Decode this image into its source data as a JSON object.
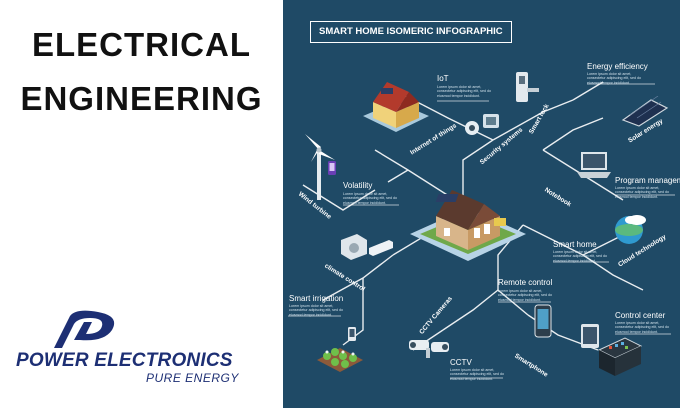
{
  "left": {
    "headline_line1": "ELECTRICAL",
    "headline_line2": "ENGINEERING",
    "logo_name": "POWER ELECTRONICS",
    "logo_tagline": "PURE ENERGY",
    "brand_color": "#1d2f74"
  },
  "infographic": {
    "title": "SMART HOME ISOMERIC INFOGRAPHIC",
    "background": "#1f4a66",
    "features": {
      "iot": "IoT",
      "energy_efficiency": "Energy efficiency",
      "volatility": "Volatility",
      "program_management": "Program management",
      "smart_home": "Smart home",
      "smart_irrigation": "Smart irrigation",
      "remote_control": "Remote control",
      "control_center": "Control center",
      "cctv": "CCTV"
    },
    "tags": {
      "internet_of_things": "Internet of things",
      "security_systems": "Security systems",
      "smart_lock": "Smart lock",
      "solar_energy": "Solar energy",
      "wind_turbine": "Wind turbine",
      "notebook": "Notebook",
      "cloud_technology": "Cloud technology",
      "climate_control": "climate control",
      "cctv_cameras": "CCTV Cameras",
      "smartphone": "Smartphone"
    },
    "desc_text": "Lorem ipsum dolor sit amet, consectetur adipiscing elit, sed do eiusmod tempor incididunt."
  }
}
